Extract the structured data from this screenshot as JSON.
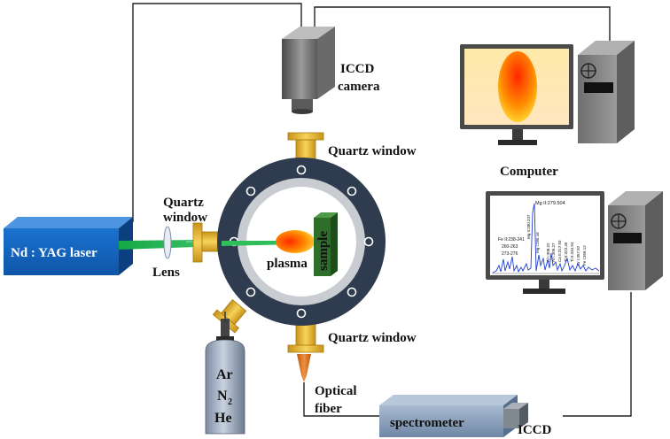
{
  "labels": {
    "iccd_camera_line1": "ICCD",
    "iccd_camera_line2": "camera",
    "quartz_window_top": "Quartz window",
    "computer": "Computer",
    "quartz_window_left_line1": "Quartz",
    "quartz_window_left_line2": "window",
    "laser": "Nd : YAG laser",
    "lens": "Lens",
    "plasma": "plasma",
    "sample": "sample",
    "quartz_window_bottom": "Quartz window",
    "optical_fiber_line1": "Optical",
    "optical_fiber_line2": "fiber",
    "spectrometer": "spectrometer",
    "iccd_detector": "ICCD",
    "gas_ar": "Ar",
    "gas_n": "N",
    "gas_n_sub": "2",
    "gas_he": "He"
  },
  "spectrum_annotations": {
    "mg_main": "Mg II:279.504",
    "mg_a": "Mg II:280.237",
    "mg_b": "Mg I:285.16",
    "fe_1": "Fe II:238-241",
    "fe_2": "260-263",
    "fe_3": "273-276",
    "al": "Al I:308.22",
    "al_b": "Al I:309.27",
    "ti": "Ti II:323.45",
    "ti_b": "Ti II:334.94",
    "ca": "Ca II:317.93",
    "cr": "Cr I:357.87",
    "fe_b": "Fe I:358.12"
  },
  "colors": {
    "laser_fill": "#1665c0",
    "beam": "#1fb24a",
    "chamber_ring": "#2f3b4f",
    "chamber_inner_ring": "#bdbdbd",
    "window_brass": "#e8b928",
    "sample": "#2e6e2a",
    "spectrum_line": "#1f3fd6",
    "fiber_tip": "#d9741e",
    "spectrometer": "#7f96b2"
  }
}
